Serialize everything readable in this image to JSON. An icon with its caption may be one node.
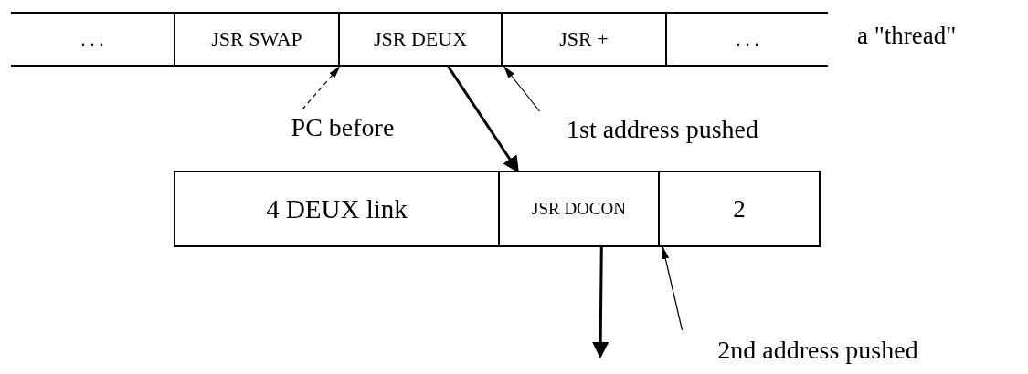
{
  "diagram": {
    "nodes": [
      {
        "text": [
          ". . ."
        ]
      },
      {
        "text": [
          "JSR SWAP"
        ]
      },
      {
        "text": [
          "JSR DEUX"
        ]
      },
      {
        "text": [
          "JSR +"
        ]
      },
      {
        "text": [
          ". . ."
        ]
      },
      {
        "text": [
          "4 DEUX link"
        ]
      },
      {
        "text": [
          "JSR DOCON"
        ]
      },
      {
        "text": [
          "2"
        ]
      },
      {
        "text": [
          "PC before"
        ]
      },
      {
        "text": [
          "1st address pushed"
        ]
      },
      {
        "text": [
          "2nd address pushed"
        ]
      }
    ],
    "edges": [
      {
        "from": 8,
        "to": 2,
        "arrow": "to",
        "style": "dashed"
      },
      {
        "from": 2,
        "to": 6,
        "arrow": "to",
        "style": "thick"
      },
      {
        "from": 9,
        "to": 3,
        "arrow": "to"
      },
      {
        "from": 6,
        "to": null,
        "arrow": "to",
        "style": "thick"
      },
      {
        "from": 10,
        "to": 7,
        "arrow": "to"
      }
    ],
    "labels": [
      "a \"thread\""
    ]
  }
}
